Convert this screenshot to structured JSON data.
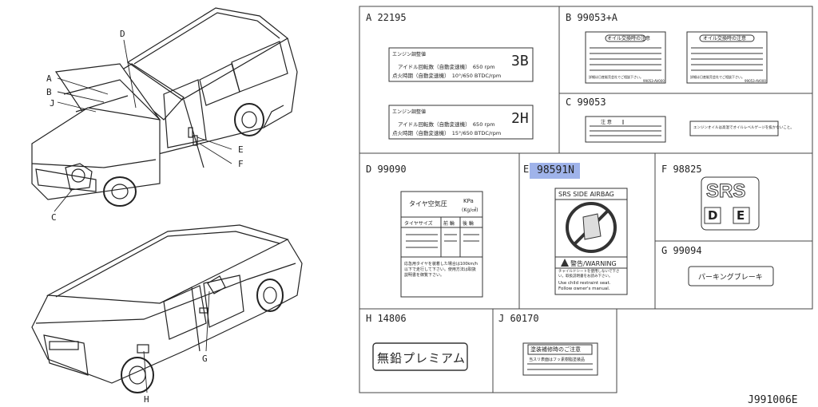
{
  "car_callouts": {
    "a": "A",
    "b": "B",
    "j": "J",
    "d": "D",
    "c": "C",
    "e": "E",
    "f": "F",
    "g": "G",
    "h": "H"
  },
  "panels": {
    "a": {
      "code": "A 22195",
      "label1": {
        "title": "エンジン調整値",
        "line1": "アイドル回転数（自動変速機）　650 rpm",
        "line2": "点火時期（自動変速機）　10°/650 BTDC/rpm",
        "mark": "3B"
      },
      "label2": {
        "title": "エンジン調整値",
        "line1": "アイドル回転数（自動変速機）　650 rpm",
        "line2": "点火時期（自動変速機）　15°/650 BTDC/rpm",
        "mark": "2H"
      }
    },
    "b": {
      "code": "B 99053+A",
      "title": "オイル交換時の注意",
      "note": "詳細は日産販売会社でご相談下さい。",
      "code_small": "99053-AV000"
    },
    "c": {
      "code": "C 99053",
      "caution": "注 意",
      "text": "エンジンオイルは高温でオイルレベルゲージを抜かないこと。"
    },
    "d": {
      "code": "D 99090",
      "title": "タイヤ空気圧",
      "unit1": "KPa",
      "unit2": "(Kg/㎠)",
      "col1": "タイヤサイズ",
      "col2": "前 輪",
      "col3": "後 輪",
      "note": "応急用タイヤを装着した場合は100km/h以下で走行して下さい。使用方法は取扱説明書を御覧下さい。"
    },
    "e": {
      "code": "98591N",
      "heading": "SRS SIDE AIRBAG",
      "warn": "警告/WARNING",
      "jp": "チャイルドシートを使用しないで下さい。取扱説明書をお読み下さい。",
      "en1": "Use child restraint seat.",
      "en2": "Follow owner's manual."
    },
    "f": {
      "code": "F 98825",
      "srs": "SRS",
      "d": "D",
      "e": "E"
    },
    "g": {
      "code": "G 99094",
      "text": "パーキングブレーキ"
    },
    "h": {
      "code": "H 14806",
      "text": "無鉛プレミアム"
    },
    "j": {
      "code": "J 60170",
      "title": "塗装補修時のご注意",
      "text": "当スリ表面はフッ素樹脂塗装品"
    }
  },
  "diagram_id": "J991006E"
}
